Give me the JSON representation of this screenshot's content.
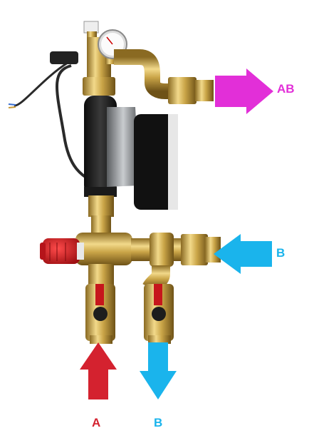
{
  "labels": {
    "ab": "AB",
    "b_right": "B",
    "a": "A",
    "b_bottom": "B"
  },
  "colors": {
    "ab_arrow": "#e22fd8",
    "b_arrow": "#1ab4ec",
    "a_arrow": "#d4222f",
    "brass": "#c9a447",
    "valve_handle": "#c6161c"
  },
  "icons": {
    "ab_arrow": "arrow-right-icon",
    "b_right_arrow": "arrow-left-icon",
    "a_arrow": "arrow-up-icon",
    "b_bottom_arrow": "arrow-down-icon"
  }
}
